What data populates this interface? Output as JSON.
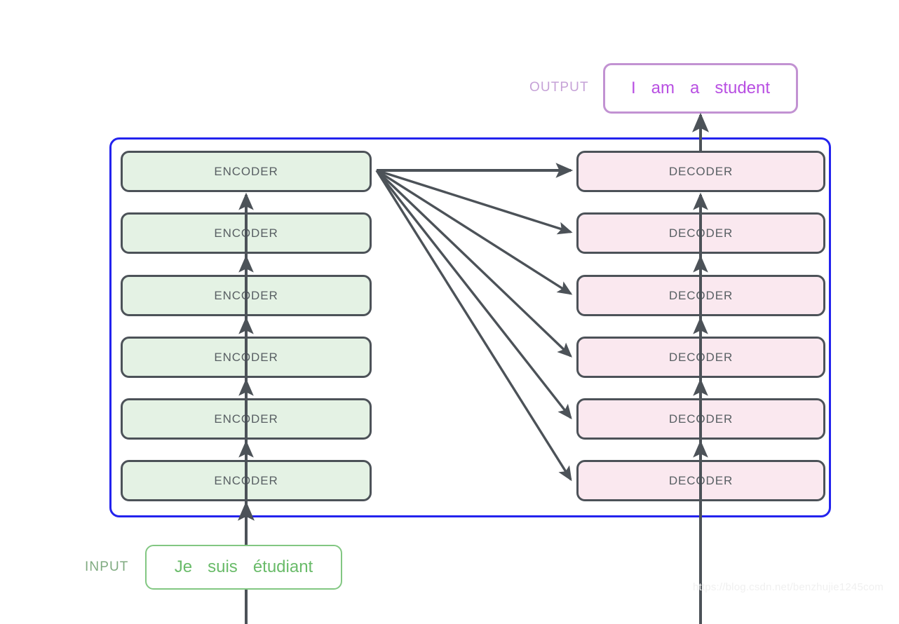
{
  "diagram": {
    "title": "Transformer encoder-decoder stack",
    "colors": {
      "boundary": "#2323ee",
      "encoder_fill": "#e4f2e4",
      "decoder_fill": "#fae8ef",
      "block_border": "#4c5258",
      "block_text": "#585f63",
      "arrow": "#4c5258",
      "input_border": "#82c782",
      "input_text": "#69bb69",
      "input_label": "#7faa80",
      "output_border": "#c292d2",
      "output_text": "#b84fe2",
      "output_label": "#c6a2d7",
      "watermark": "#f0f0f0"
    },
    "encoder_stack": {
      "label": "ENCODER",
      "count": 6,
      "blocks": [
        {
          "label": "ENCODER"
        },
        {
          "label": "ENCODER"
        },
        {
          "label": "ENCODER"
        },
        {
          "label": "ENCODER"
        },
        {
          "label": "ENCODER"
        },
        {
          "label": "ENCODER"
        }
      ]
    },
    "decoder_stack": {
      "label": "DECODER",
      "count": 6,
      "blocks": [
        {
          "label": "DECODER"
        },
        {
          "label": "DECODER"
        },
        {
          "label": "DECODER"
        },
        {
          "label": "DECODER"
        },
        {
          "label": "DECODER"
        },
        {
          "label": "DECODER"
        }
      ]
    },
    "input": {
      "label": "INPUT",
      "tokens": [
        "Je",
        "suis",
        "étudiant"
      ]
    },
    "output": {
      "label": "OUTPUT",
      "tokens": [
        "I",
        "am",
        "a",
        "student"
      ]
    },
    "watermark": "https://blog.csdn.net/benzhujie1245com"
  }
}
